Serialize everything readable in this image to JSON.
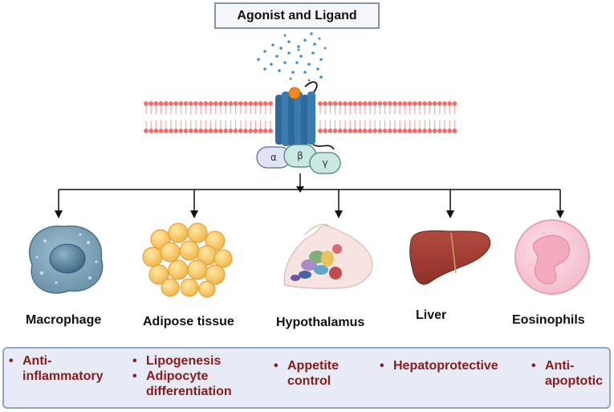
{
  "title": "Agonist and Ligand",
  "subunits": {
    "alpha": "α",
    "beta": "β",
    "gamma": "γ"
  },
  "targets": [
    {
      "name": "Macrophage",
      "icon": "macrophage-icon",
      "effects": [
        "Anti-inflammatory"
      ]
    },
    {
      "name": "Adipose tissue",
      "icon": "adipose-tissue-icon",
      "effects": [
        "Lipogenesis",
        "Adipocyte differentiation"
      ]
    },
    {
      "name": "Hypothalamus",
      "icon": "hypothalamus-icon",
      "effects": [
        "Appetite control"
      ]
    },
    {
      "name": "Liver",
      "icon": "liver-icon",
      "effects": [
        "Hepatoprotective"
      ]
    },
    {
      "name": "Eosinophils",
      "icon": "eosinophil-icon",
      "effects": [
        "Anti-apoptotic"
      ]
    }
  ],
  "colors": {
    "membrane": "#f26b6b",
    "receptor": "#2e6a99",
    "ligand": "#3a8fd6",
    "effect_text": "#8b1a1a",
    "effects_panel": "#e6ebf5"
  }
}
